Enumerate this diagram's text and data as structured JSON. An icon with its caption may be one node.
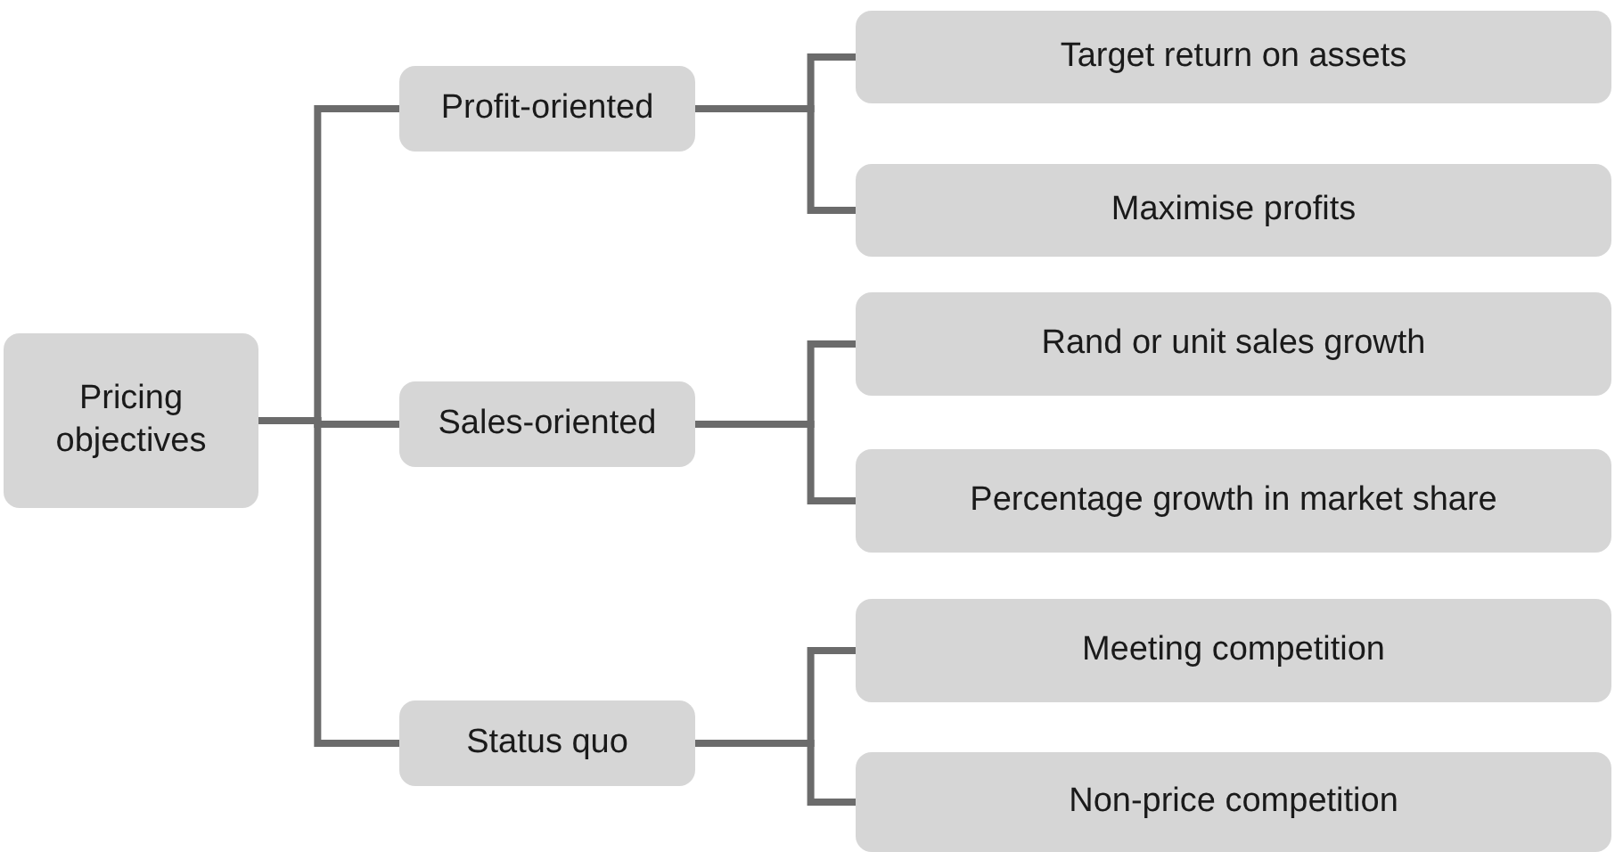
{
  "diagram": {
    "nodes": [
      {
        "text": [
          "Pricing objectives"
        ]
      },
      {
        "text": [
          "Profit-oriented"
        ]
      },
      {
        "text": [
          "Sales-oriented"
        ]
      },
      {
        "text": [
          "Status quo"
        ]
      },
      {
        "text": [
          "Target return on assets"
        ]
      },
      {
        "text": [
          "Maximise profits"
        ]
      },
      {
        "text": [
          "Rand or unit sales growth"
        ]
      },
      {
        "text": [
          "Percentage growth in market share"
        ]
      },
      {
        "text": [
          "Meeting competition"
        ]
      },
      {
        "text": [
          "Non-price competition"
        ]
      }
    ],
    "edges": [
      {
        "from": 0,
        "to": 1,
        "arrow": "none"
      },
      {
        "from": 0,
        "to": 2,
        "arrow": "none"
      },
      {
        "from": 0,
        "to": 3,
        "arrow": "none"
      },
      {
        "from": 1,
        "to": 4,
        "arrow": "none"
      },
      {
        "from": 1,
        "to": 5,
        "arrow": "none"
      },
      {
        "from": 2,
        "to": 6,
        "arrow": "none"
      },
      {
        "from": 2,
        "to": 7,
        "arrow": "none"
      },
      {
        "from": 3,
        "to": 8,
        "arrow": "none"
      },
      {
        "from": 3,
        "to": 9,
        "arrow": "none"
      }
    ]
  }
}
